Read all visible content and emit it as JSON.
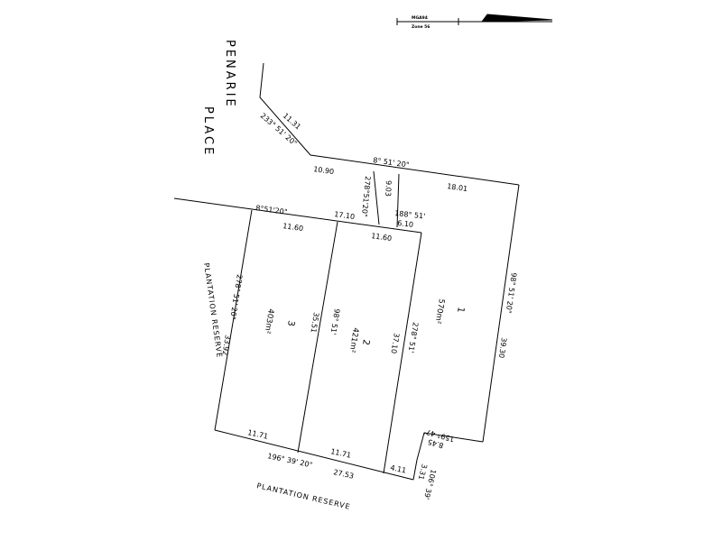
{
  "diagram": {
    "north_arrow": {
      "datum": "MGA94",
      "zone": "Zone 56"
    },
    "roads": {
      "penarie": "PENARIE",
      "place": "PLACE",
      "plantation_reserve_left": "PLANTATION  RESERVE",
      "plantation_reserve_bottom": "PLANTATION  RESERVE"
    },
    "dimensions": {
      "top_left_bearing": "233° 51' 20\"",
      "top_left_length": "11.31",
      "top_bearing": "8° 51' 20\"",
      "top_left_seg": "10.90",
      "top_right_seg": "18.01",
      "handle_bearing": "278°51'20\"",
      "handle_length": "9.03",
      "handle_bearing_2": "188° 51'",
      "handle_seg": "6.10",
      "mid_bearing": "8°51'20\"",
      "mid_length": "17.10",
      "lot3_top": "11.60",
      "lot2_top": "11.60",
      "left_bearing": "278° 51' 20\"",
      "left_length": "33.92",
      "lot3_2_length": "35.51",
      "lot3_2_bearing": "98° 51'",
      "lot2_1_bearing": "278° 51'",
      "lot2_1_length": "37.10",
      "right_bearing": "98° 51' 20\"",
      "right_length": "39.30",
      "corner_bearing": "159° 47'",
      "corner_length": "8.45",
      "bottom_bearing": "196° 39' 20\"",
      "bottom_length": "27.53",
      "lot3_bottom": "11.71",
      "lot2_bottom": "11.71",
      "lot1_bottom": "4.11",
      "step_length": "3.31",
      "step_bearing": "106° 39'"
    },
    "lots": [
      {
        "number": "1",
        "area": "570m²"
      },
      {
        "number": "2",
        "area": "421m²"
      },
      {
        "number": "3",
        "area": "403m²"
      }
    ]
  }
}
